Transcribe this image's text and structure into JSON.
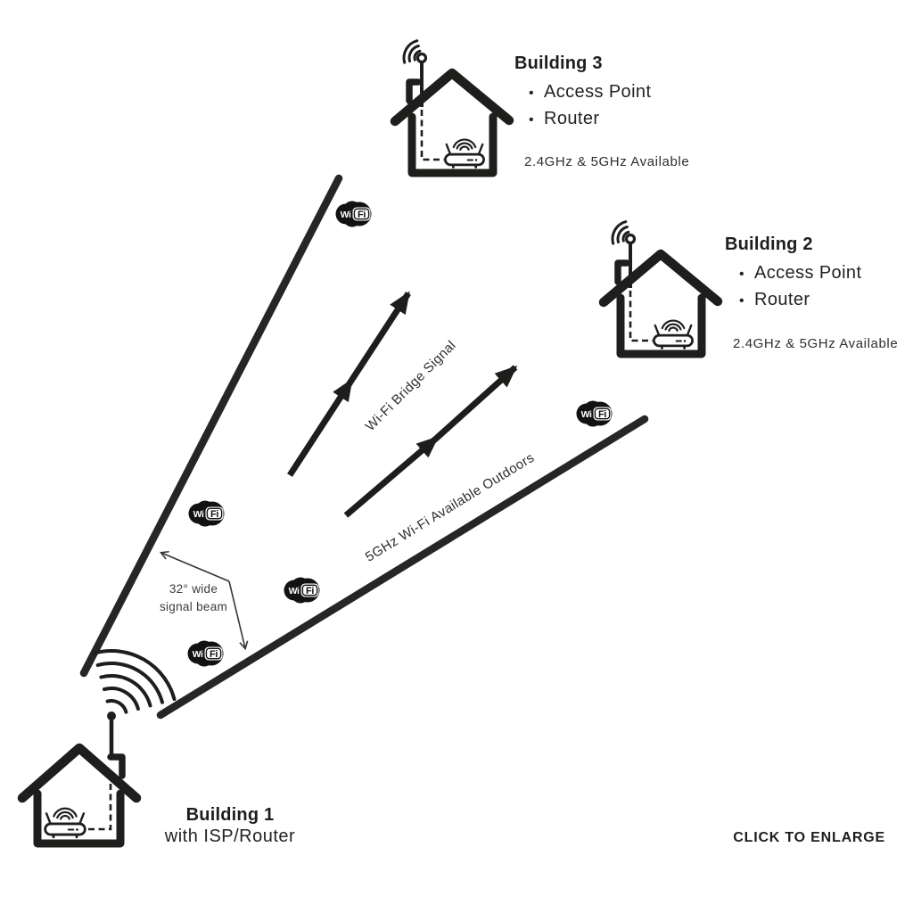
{
  "figure": {
    "description": "Point-to-point Wi-Fi bridge between three buildings"
  },
  "buildings": {
    "b1": {
      "title": "Building 1",
      "subtitle": "with ISP/Router"
    },
    "b2": {
      "title": "Building 2",
      "bullets": [
        "Access Point",
        "Router"
      ],
      "availability": "2.4GHz & 5GHz Available"
    },
    "b3": {
      "title": "Building 3",
      "bullets": [
        "Access Point",
        "Router"
      ],
      "availability": "2.4GHz & 5GHz Available"
    }
  },
  "annotations": {
    "bridge_signal": "Wi-Fi Bridge Signal",
    "outdoor_coverage": "5GHz Wi-Fi Available Outdoors",
    "beam_width_line1": "32° wide",
    "beam_width_line2": "signal beam",
    "click_to_enlarge": "CLICK TO ENLARGE"
  },
  "wifi_badge": {
    "wi": "Wi",
    "fi": "Fi"
  },
  "colors": {
    "ink": "#1d1d1b",
    "muted": "#3c3c3c",
    "background": "#ffffff"
  }
}
